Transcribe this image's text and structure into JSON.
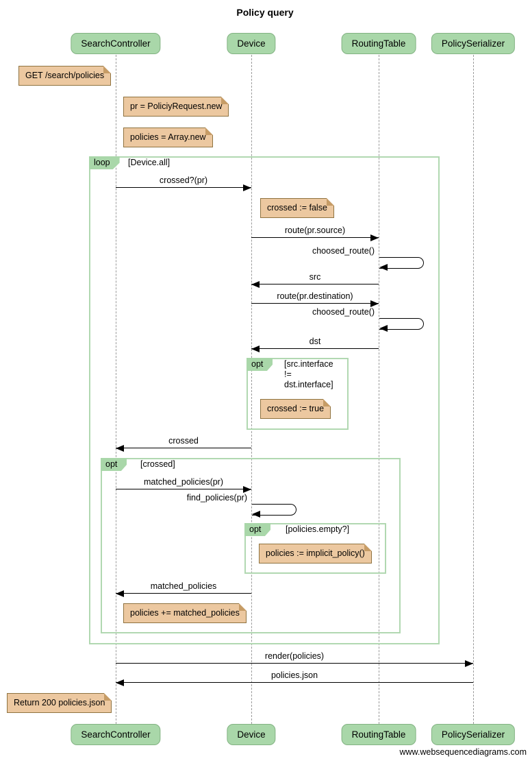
{
  "title": "Policy query",
  "footer": "www.websequencediagrams.com",
  "actors": [
    {
      "label": "SearchController"
    },
    {
      "label": "Device"
    },
    {
      "label": "RoutingTable"
    },
    {
      "label": "PolicySerializer"
    }
  ],
  "notes": [
    {
      "text": "GET /search/policies"
    },
    {
      "text": "pr = PoliciyRequest.new"
    },
    {
      "text": "policies = Array.new"
    },
    {
      "text": "crossed := false"
    },
    {
      "text": "crossed := true"
    },
    {
      "text": "policies := implicit_policy()"
    },
    {
      "text": "policies += matched_policies"
    },
    {
      "text": "Return 200 policies.json"
    }
  ],
  "frames": [
    {
      "operator": "loop",
      "condition": "[Device.all]"
    },
    {
      "operator": "opt",
      "condition": "[src.interface\n!=\ndst.interface]"
    },
    {
      "operator": "opt",
      "condition": "[crossed]"
    },
    {
      "operator": "opt",
      "condition": "[policies.empty?]"
    }
  ],
  "messages": [
    {
      "label": "crossed?(pr)",
      "from": "SearchController",
      "to": "Device"
    },
    {
      "label": "route(pr.source)",
      "from": "Device",
      "to": "RoutingTable"
    },
    {
      "label": "choosed_route()",
      "from": "RoutingTable",
      "to": "RoutingTable"
    },
    {
      "label": "src",
      "from": "RoutingTable",
      "to": "Device"
    },
    {
      "label": "route(pr.destination)",
      "from": "Device",
      "to": "RoutingTable"
    },
    {
      "label": "choosed_route()",
      "from": "RoutingTable",
      "to": "RoutingTable"
    },
    {
      "label": "dst",
      "from": "RoutingTable",
      "to": "Device"
    },
    {
      "label": "crossed",
      "from": "Device",
      "to": "SearchController"
    },
    {
      "label": "matched_policies(pr)",
      "from": "SearchController",
      "to": "Device"
    },
    {
      "label": "find_policies(pr)",
      "from": "Device",
      "to": "Device"
    },
    {
      "label": "matched_policies",
      "from": "Device",
      "to": "SearchController"
    },
    {
      "label": "render(policies)",
      "from": "SearchController",
      "to": "PolicySerializer"
    },
    {
      "label": "policies.json",
      "from": "PolicySerializer",
      "to": "SearchController"
    }
  ],
  "colors": {
    "actor_fill": "#a9d7a9",
    "actor_border": "#82b282",
    "note_fill": "#ecc8a0",
    "note_border": "#8f7340",
    "frame_border": "#b1d8b1",
    "lifeline": "#9a9a9a",
    "text": "#000000"
  }
}
